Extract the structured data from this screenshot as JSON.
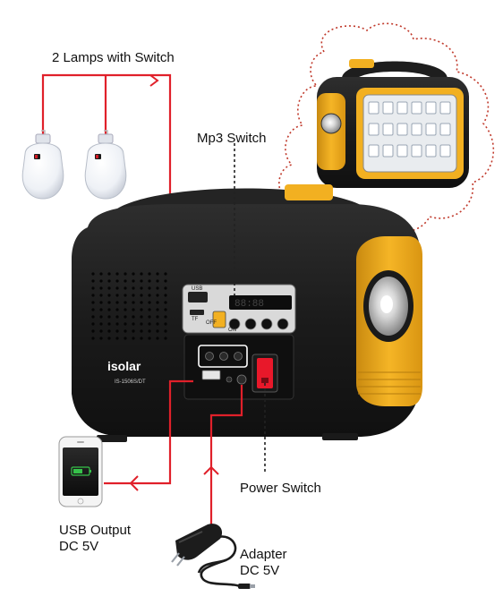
{
  "labels": {
    "lamps": "2 Lamps with Switch",
    "mp3": "Mp3 Switch",
    "power": "Power Switch",
    "usb_line1": "USB Output",
    "usb_line2": "DC 5V",
    "adapter_line1": "Adapter",
    "adapter_line2": "DC 5V"
  },
  "device": {
    "brand": "isolar",
    "model": "IS-1506S/DT",
    "port_usb": "USB",
    "port_tf": "TF",
    "switch_off": "OFF",
    "switch_on": "ON",
    "display": "88:88"
  },
  "colors": {
    "wire": "#e0202a",
    "leader": "#222222",
    "body": "#1c1c1c",
    "accent": "#f2b021",
    "power_switch": "#e8182a",
    "outline": "#c0392b"
  },
  "icons": [
    "lamp-bulb-icon",
    "smartphone-icon",
    "power-adapter-icon",
    "solar-generator-image",
    "led-lantern-image"
  ]
}
